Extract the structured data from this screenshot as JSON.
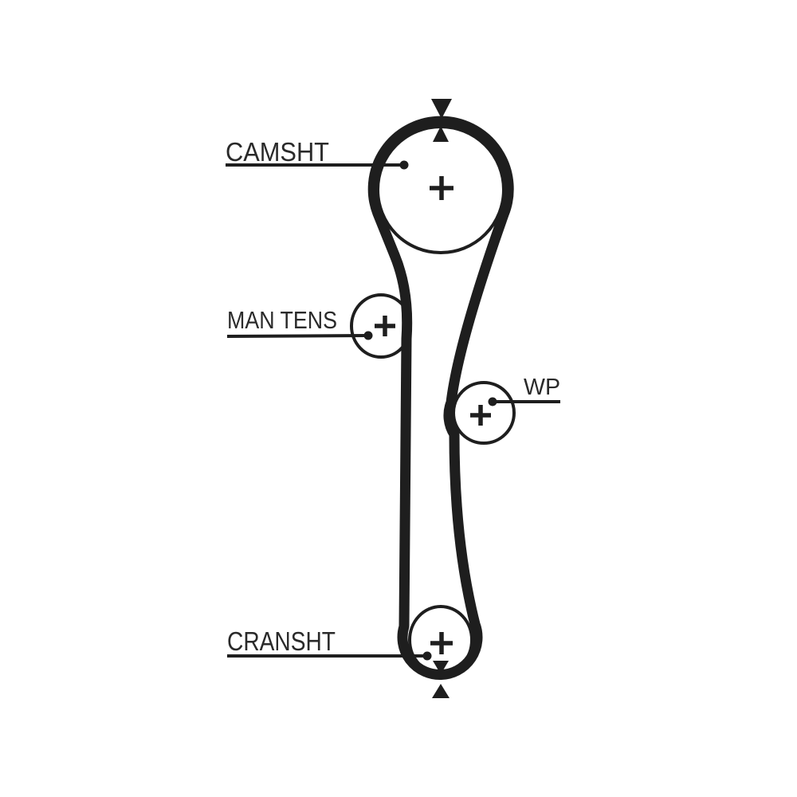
{
  "diagram": {
    "labels": {
      "camshaft": "CAMSHT",
      "manual_tensioner": "MAN TENS",
      "water_pump": "WP",
      "crankshaft": "CRANSHT"
    },
    "icons": {
      "top_outer": "arrow-down-alignment-mark",
      "top_inner": "arrow-up-alignment-mark",
      "bottom_inner": "arrow-down-alignment-mark",
      "bottom_outer": "arrow-up-alignment-mark"
    },
    "colors": {
      "ink": "#1e1e1e",
      "text": "#2a2a2a",
      "background": "#ffffff"
    }
  }
}
